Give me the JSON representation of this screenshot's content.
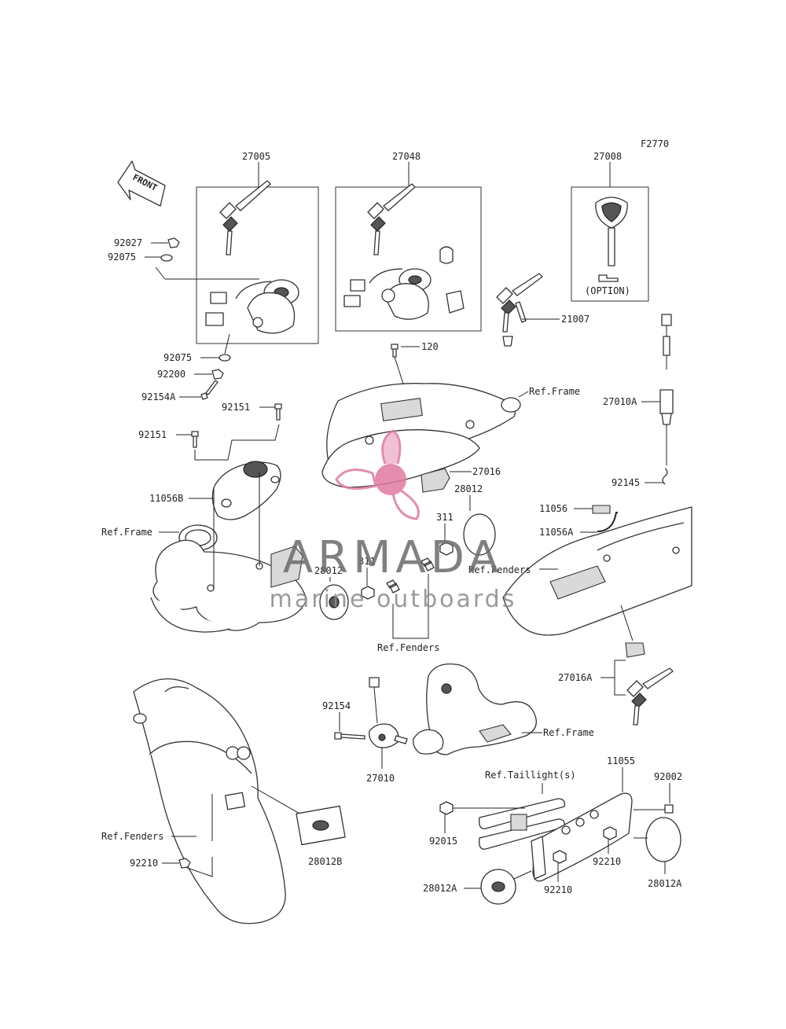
{
  "diagram_code": "F2770",
  "front_arrow_label": "FRONT",
  "option_label": "(OPTION)",
  "watermark": {
    "brand": "ARMADA",
    "tagline": "marine outboards",
    "color": "#e07aa0"
  },
  "part_labels": {
    "p27005": "27005",
    "p27048": "27048",
    "p27008": "27008",
    "p92027": "92027",
    "p92075a": "92075",
    "p92075b": "92075",
    "p92200": "92200",
    "p92154A": "92154A",
    "p92151a": "92151",
    "p92151b": "92151",
    "p11056B": "11056B",
    "p120": "120",
    "p21007": "21007",
    "p27010A": "27010A",
    "p92145": "92145",
    "p27016": "27016",
    "p28012a": "28012",
    "p28012b": "28012",
    "p311a": "311",
    "p311b": "311",
    "p11056": "11056",
    "p11056A": "11056A",
    "p27016A": "27016A",
    "p92154": "92154",
    "p27010": "27010",
    "p28012B": "28012B",
    "p92210a": "92210",
    "p92210b": "92210",
    "p92210c": "92210",
    "p11055": "11055",
    "p92002": "92002",
    "p92015": "92015",
    "p28012Aa": "28012A",
    "p28012Ab": "28012A"
  },
  "ref_labels": {
    "frame_top": "Ref.Frame",
    "frame_left": "Ref.Frame",
    "frame_mid": "Ref.Frame",
    "fenders_right": "Ref.Fenders",
    "fenders_mid": "Ref.Fenders",
    "fenders_left": "Ref.Fenders",
    "taillights": "Ref.Taillight(s)"
  }
}
